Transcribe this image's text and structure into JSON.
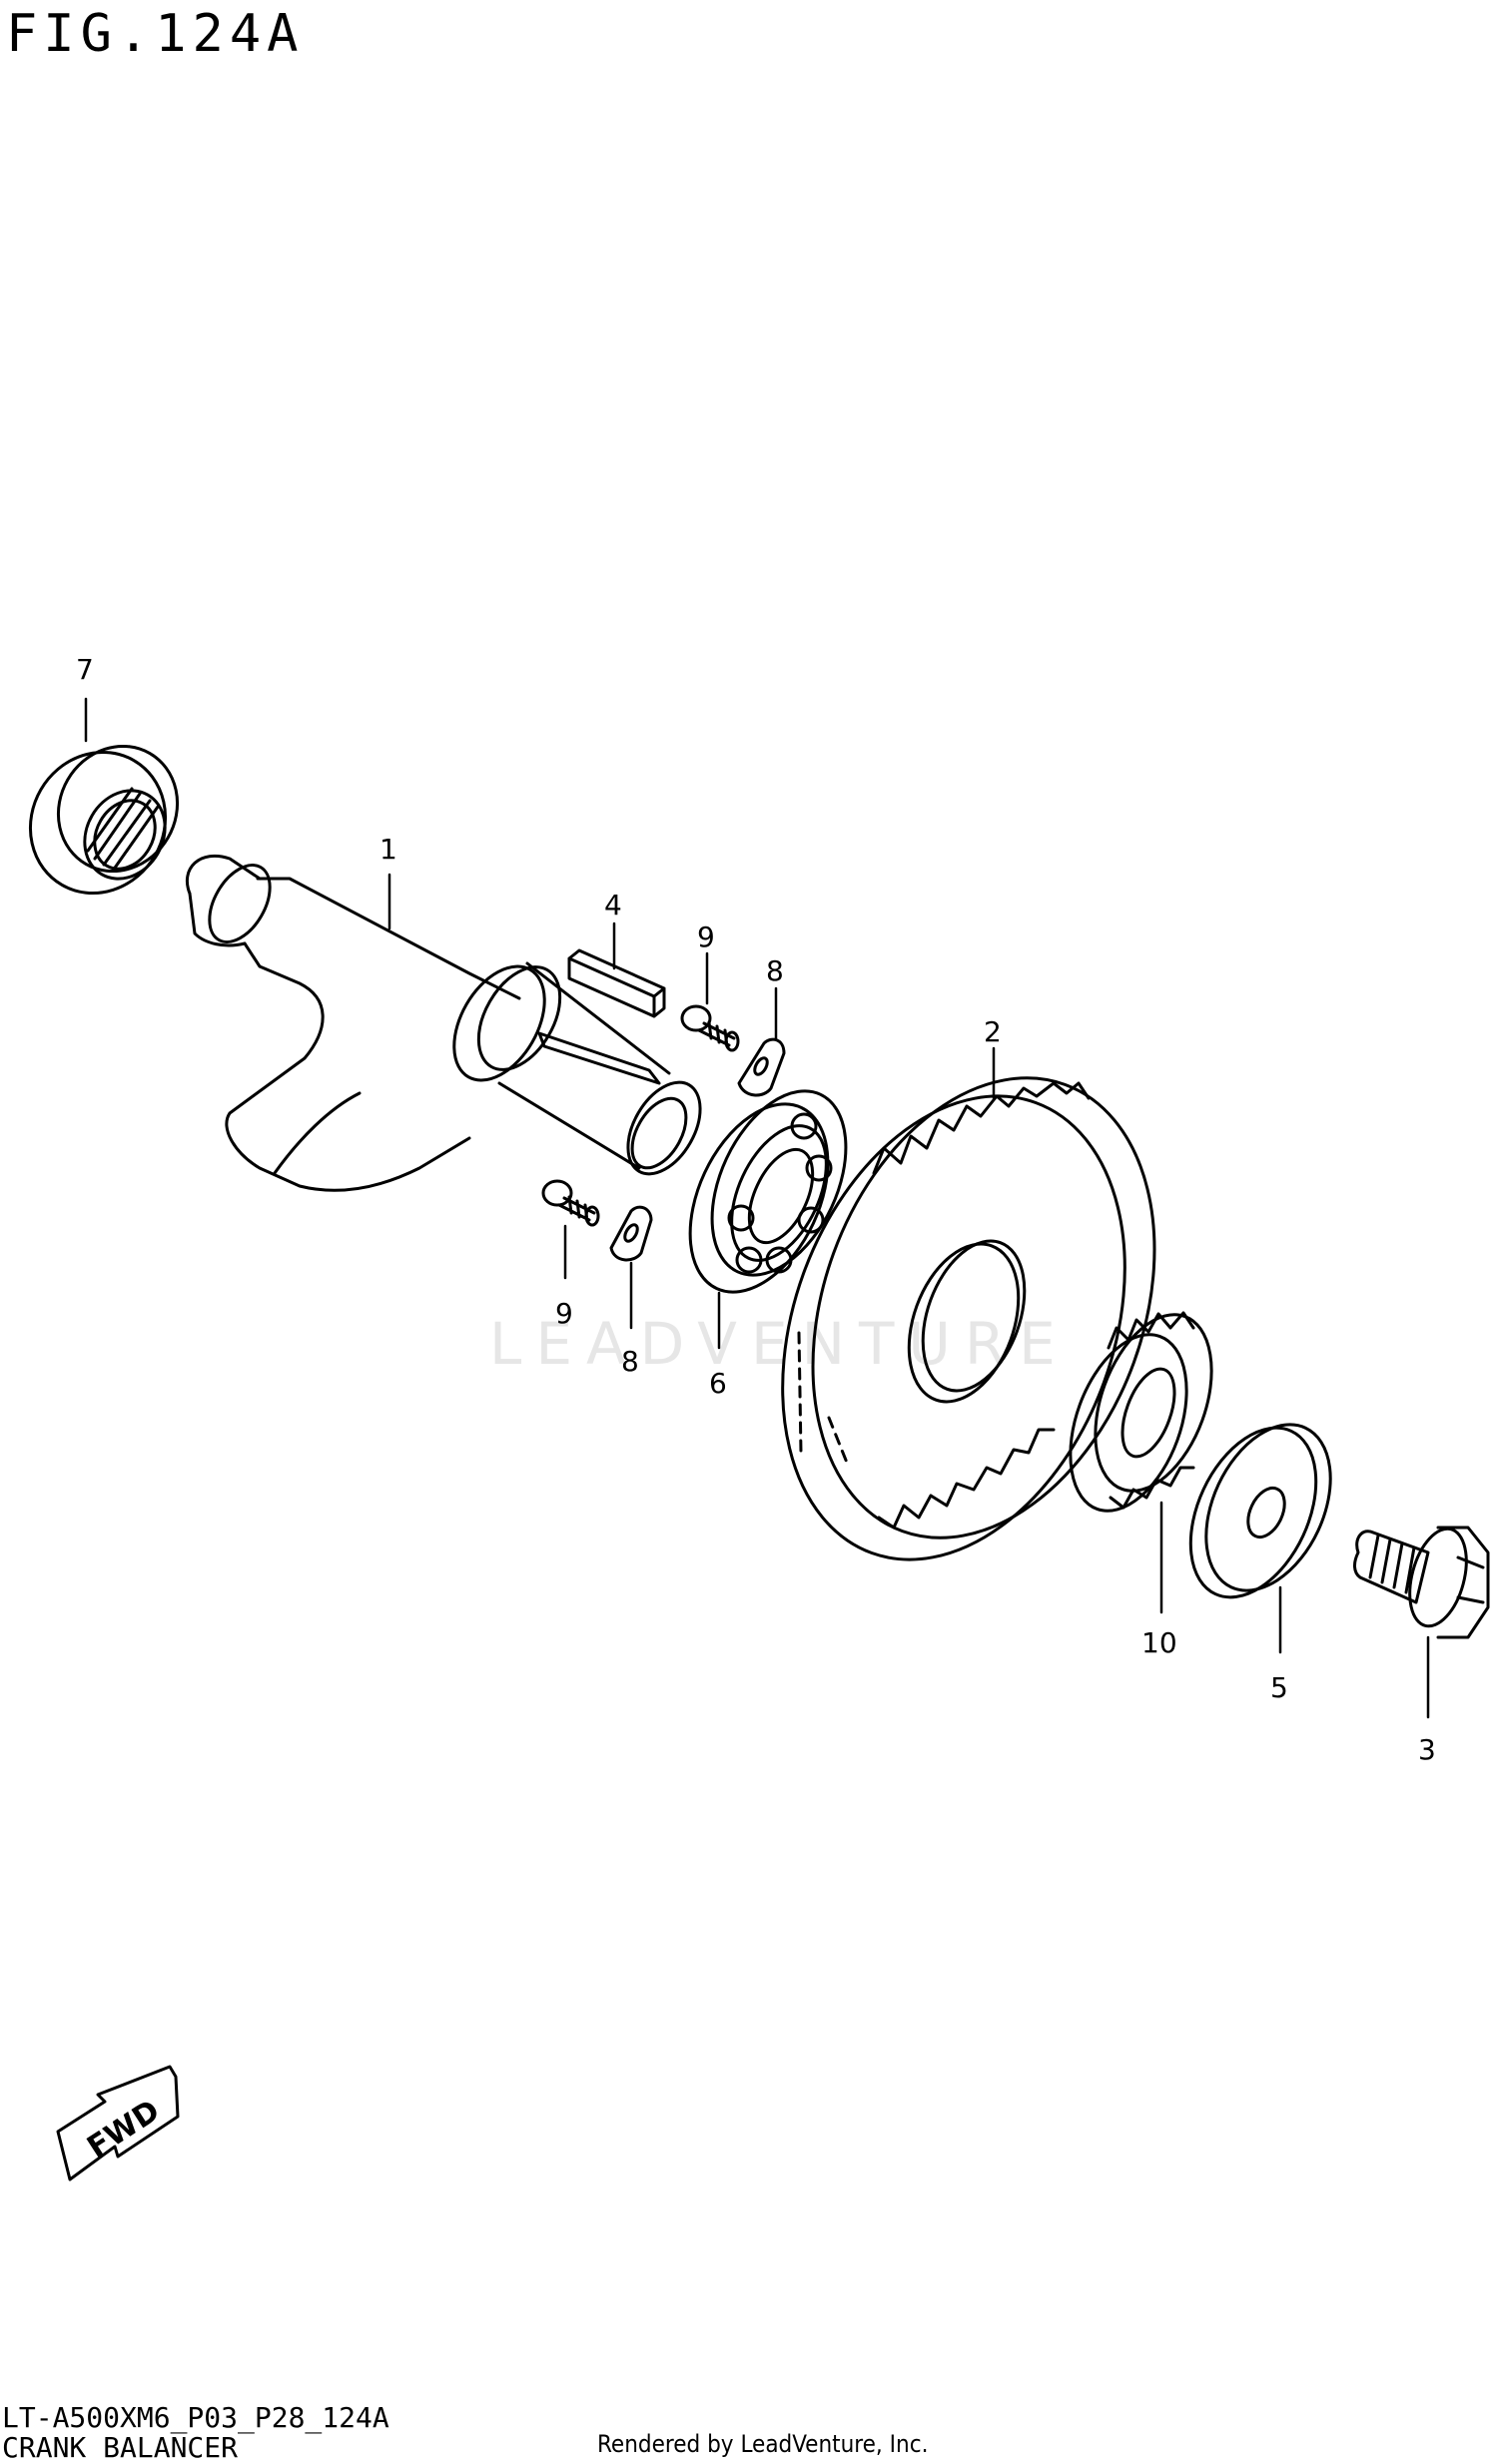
{
  "figure": {
    "title": "FIG.124A"
  },
  "watermark": "LEADVENTURE",
  "fwd_label": "FWD",
  "callouts": [
    {
      "id": "7",
      "label": "7"
    },
    {
      "id": "1",
      "label": "1"
    },
    {
      "id": "4",
      "label": "4"
    },
    {
      "id": "9a",
      "label": "9"
    },
    {
      "id": "8a",
      "label": "8"
    },
    {
      "id": "2",
      "label": "2"
    },
    {
      "id": "9b",
      "label": "9"
    },
    {
      "id": "8b",
      "label": "8"
    },
    {
      "id": "6",
      "label": "6"
    },
    {
      "id": "10",
      "label": "10"
    },
    {
      "id": "5",
      "label": "5"
    },
    {
      "id": "3",
      "label": "3"
    }
  ],
  "footer": {
    "code": "LT-A500XM6_P03_P28_124A",
    "title": "CRANK BALANCER",
    "credit": "Rendered by LeadVenture, Inc."
  }
}
